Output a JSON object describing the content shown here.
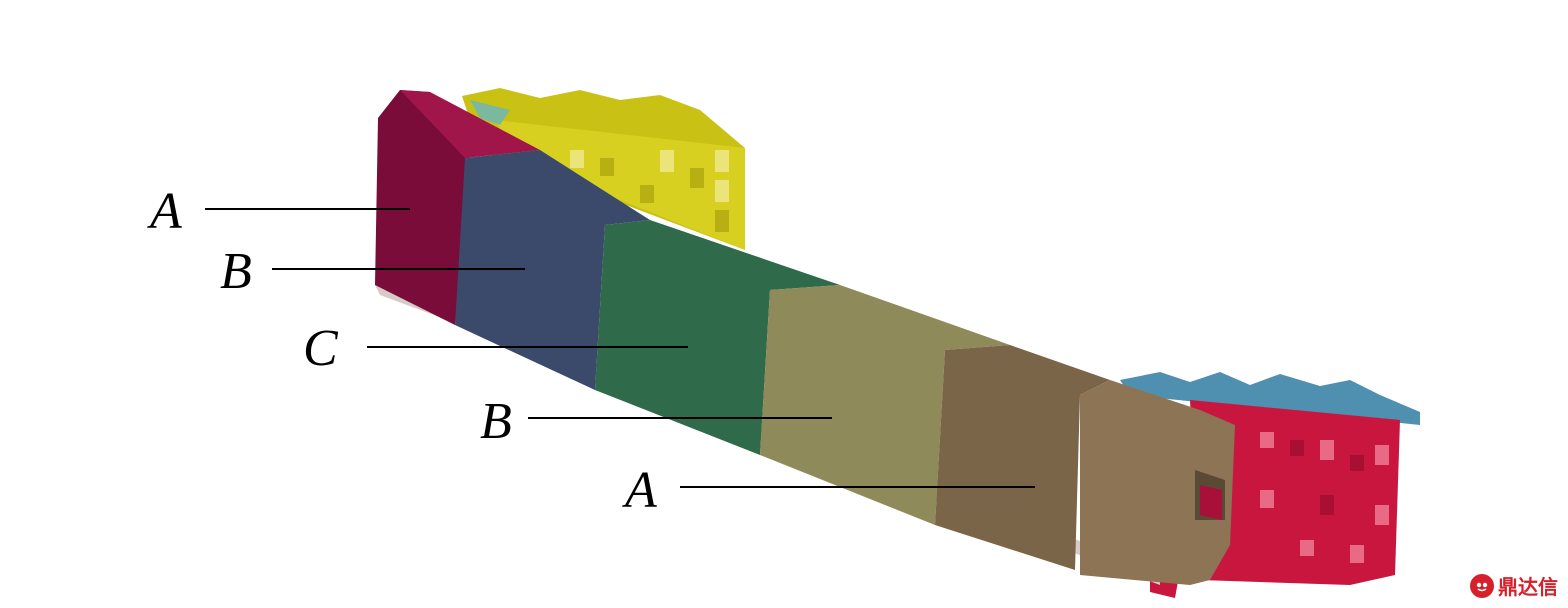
{
  "labels": {
    "a1": "A",
    "b1": "B",
    "c": "C",
    "b2": "B",
    "a2": "A"
  },
  "watermark": {
    "text": "鼎达信",
    "icon": "face-logo-icon"
  },
  "colors": {
    "segment_a_left": "#7a0c3a",
    "segment_b_left": "#3b4a6b",
    "segment_c": "#2f6a4a",
    "segment_b_right": "#8f8a5a",
    "segment_a_right": "#7a6548",
    "end_cap": "#8c7455",
    "crash_box_left": "#cfc61a",
    "crash_box_right": "#d11a45",
    "mount_plate_right": "#4f8fb0",
    "mount_plate_left": "#7ab8a0",
    "watermark": "#d6202a"
  }
}
